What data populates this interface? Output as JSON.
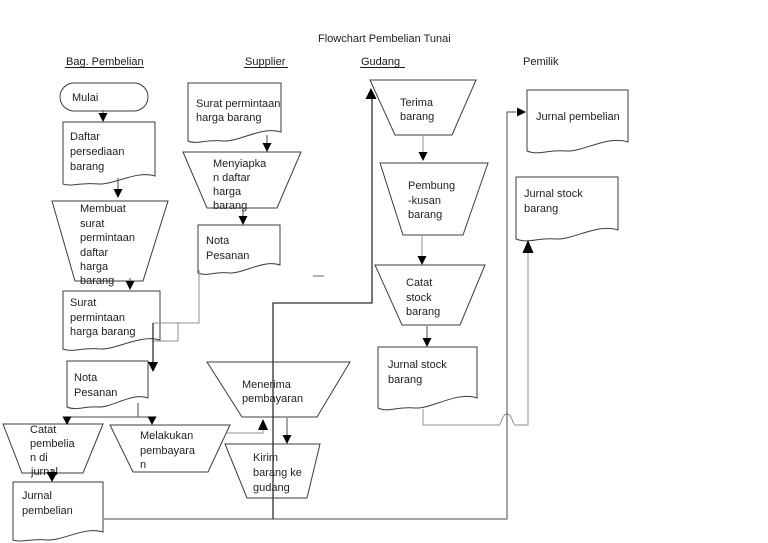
{
  "title": "Flowchart Pembelian Tunai",
  "lanes": {
    "bag_pembelian": "Bag. Pembelian",
    "supplier": "Supplier",
    "gudang": "Gudang",
    "pemilik": "Pemilik"
  },
  "nodes": {
    "mulai": {
      "shape": "terminator",
      "lines": [
        "Mulai"
      ]
    },
    "daftar_persediaan": {
      "shape": "document",
      "lines": [
        "Daftar",
        "persediaan",
        "barang"
      ]
    },
    "membuat_surat": {
      "shape": "manual-operation",
      "lines": [
        "Membuat",
        "surat",
        "permintaan",
        "daftar",
        "harga",
        "barang"
      ]
    },
    "surat_permintaan_bagp": {
      "shape": "document",
      "lines": [
        "Surat",
        "permintaan",
        "harga barang"
      ]
    },
    "nota_pesanan_bagp": {
      "shape": "document",
      "lines": [
        "Nota",
        "Pesanan"
      ]
    },
    "catat_pembelian": {
      "shape": "manual-operation",
      "lines": [
        "Catat",
        "pembelia",
        "n di",
        "jurnal"
      ]
    },
    "jurnal_pembelian_bagp": {
      "shape": "document",
      "lines": [
        "Jurnal",
        "pembelian"
      ]
    },
    "melakukan_pembayaran": {
      "shape": "manual-operation",
      "lines": [
        "Melakukan",
        "pembayara",
        "n"
      ]
    },
    "surat_permintaan_supplier": {
      "shape": "document",
      "lines": [
        "Surat permintaan",
        "harga barang"
      ]
    },
    "menyiapkan_daftar": {
      "shape": "manual-operation",
      "lines": [
        "Menyiapka",
        "n daftar",
        "harga",
        "barang"
      ]
    },
    "nota_pesanan_supplier": {
      "shape": "document",
      "lines": [
        "Nota",
        "Pesanan"
      ]
    },
    "menerima_pembayaran": {
      "shape": "manual-operation",
      "lines": [
        "Menerima",
        "pembayaran"
      ]
    },
    "kirim_barang": {
      "shape": "manual-operation",
      "lines": [
        "Kirim",
        "barang ke",
        "gudang"
      ]
    },
    "terima_barang": {
      "shape": "manual-operation",
      "lines": [
        "Terima",
        "barang"
      ]
    },
    "pembungkusan_barang": {
      "shape": "manual-operation",
      "lines": [
        "Pembung",
        "-kusan",
        "barang"
      ]
    },
    "catat_stock_barang": {
      "shape": "manual-operation",
      "lines": [
        "Catat",
        "stock",
        "barang"
      ]
    },
    "jurnal_stock_gudang": {
      "shape": "document",
      "lines": [
        "Jurnal stock",
        "barang"
      ]
    },
    "jurnal_pembelian_pemilik": {
      "shape": "document",
      "lines": [
        "Jurnal pembelian"
      ]
    },
    "jurnal_stock_pemilik": {
      "shape": "document",
      "lines": [
        "Jurnal stock",
        "barang"
      ]
    }
  },
  "colors": {
    "background": "#ffffff",
    "shape_stroke": "#3c3c3c",
    "text": "#1f1f1f",
    "connector": "#4a4a4a",
    "connector_gray": "#8f8f8f",
    "arrow": "#000000"
  }
}
